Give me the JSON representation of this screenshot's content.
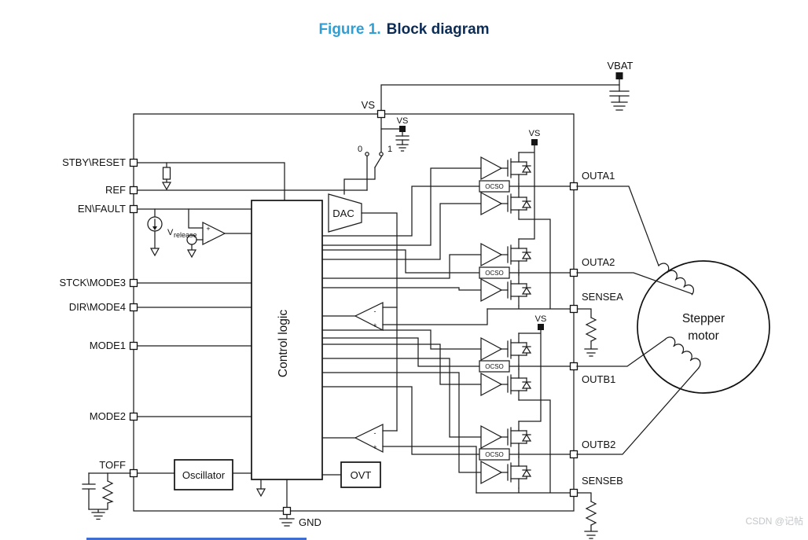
{
  "title": {
    "figure": "Figure 1.",
    "name": "Block diagram"
  },
  "supply": {
    "vbat": "VBAT",
    "vs_top": "VS",
    "vs_bypass": "VS",
    "vs_bridge_a": "VS",
    "vs_bridge_b": "VS",
    "gnd": "GND"
  },
  "pins_left": [
    {
      "label": "STBY\\RESET"
    },
    {
      "label": "REF"
    },
    {
      "label": "EN\\FAULT"
    },
    {
      "label": "STCK\\MODE3"
    },
    {
      "label": "DIR\\MODE4"
    },
    {
      "label": "MODE1"
    },
    {
      "label": "MODE2"
    },
    {
      "label": "TOFF"
    }
  ],
  "pins_right": [
    {
      "label": "OUTA1"
    },
    {
      "label": "OUTA2"
    },
    {
      "label": "SENSEA"
    },
    {
      "label": "OUTB1"
    },
    {
      "label": "OUTB2"
    },
    {
      "label": "SENSEB"
    }
  ],
  "blocks": {
    "control_logic": "Control logic",
    "dac": "DAC",
    "oscillator": "Oscillator",
    "ovt": "OVT",
    "ocso": "OCSO"
  },
  "switch": {
    "pos_0": "0",
    "pos_1": "1"
  },
  "comparator": {
    "plus": "+",
    "minus": "-"
  },
  "vrelease": {
    "base": "V",
    "sub": "release"
  },
  "motor": {
    "line1": "Stepper",
    "line2": "motor"
  },
  "watermark": "CSDN @记帖"
}
